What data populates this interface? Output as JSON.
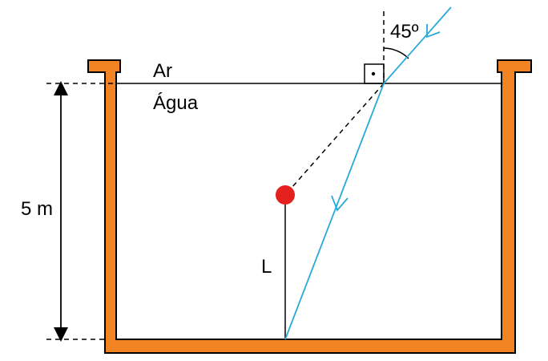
{
  "labels": {
    "air": "Ar",
    "water": "Água",
    "depth": "5 m",
    "height": "L",
    "angle": "45º"
  },
  "colors": {
    "tank": "#f28322",
    "tank_outline": "#000000",
    "ray": "#29a9d6",
    "ball": "#e3211f",
    "line": "#000000"
  },
  "icons": [
    "right-angle-marker-icon",
    "direction-arrow-icon"
  ]
}
